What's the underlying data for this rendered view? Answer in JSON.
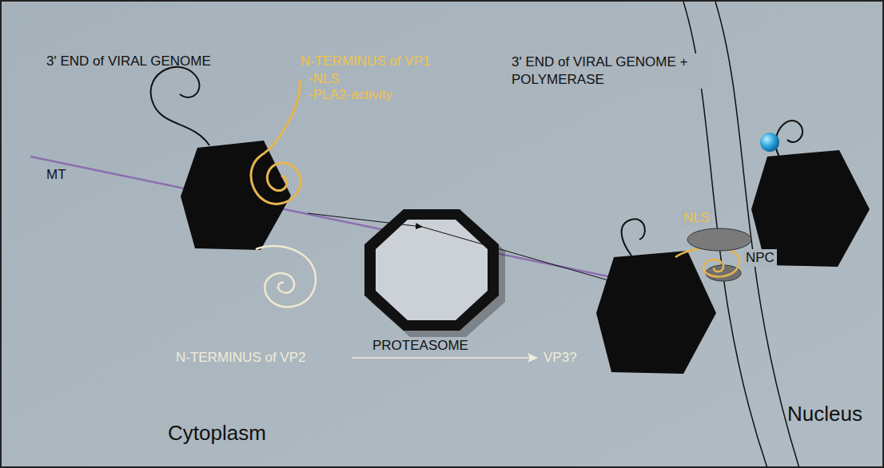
{
  "diagram": {
    "labels": [
      "3' END of VIRAL GENOME",
      "N-TERMINUS of VP1",
      "-NLS",
      "-PLA2-activity",
      "MT",
      "3' END of VIRAL GENOME + POLYMERASE",
      "NLS",
      "NPC",
      "PROTEASOME",
      "N-TERMINUS of VP2",
      "VP3?",
      "Nucleus",
      "Cytoplasm"
    ]
  }
}
